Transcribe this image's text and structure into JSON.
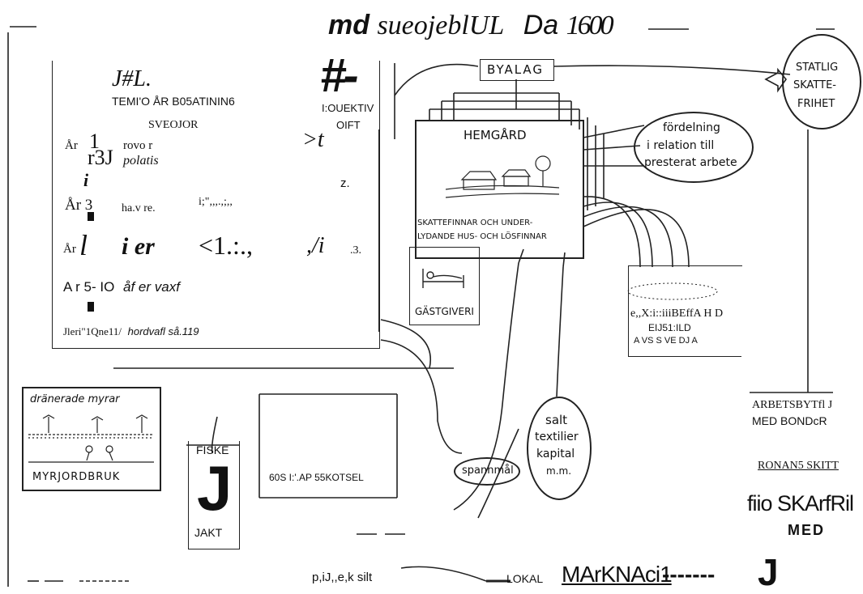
{
  "header": {
    "title_a": "md",
    "title_b": "sueojeblUL",
    "title_c": "Da",
    "title_d": "1600"
  },
  "panel": {
    "heading": "J#L.",
    "subheading": "TEMI'O ÅR B05ATININ6",
    "label": "SVEOJOR",
    "row1_prefix": "År",
    "row1_num": "1",
    "row1_num2": "r3J",
    "row1_item": "rovo r",
    "row1_item2": "polatis",
    "row1_i": "i",
    "row1_tail": ">t",
    "row2_prefix": "År 3",
    "row2_item": "ha.v re.",
    "row2_dots": "i;\",,,.,;,,",
    "row2_z": "z.",
    "row3_prefix": "År",
    "row3_l": "l",
    "row3_item": "i er",
    "row3_mid": "<1.:.,",
    "row3_slash": ",/i",
    "row3_num": ".3.",
    "row4": "A r 5- IO",
    "row4_item": "åf er vaxf",
    "source": "Jleri\"1Qne11/",
    "source_ref": "hordvafl så.119"
  },
  "hash": {
    "symbol": "#-",
    "line1": "I:OUEKTIV",
    "line2": "OIFT"
  },
  "byalag": "BYALAG",
  "statlig": [
    "STATLIG",
    "SKATTE-",
    "FRIHET"
  ],
  "hemgard": {
    "title": "HEMGÅRD",
    "caption1": "SKATTEFINNAR OCH UNDER-",
    "caption2": "LYDANDE HUS- OCH LÖSFINNAR"
  },
  "fordelning": [
    "fördelning",
    "i relation till",
    "presterat arbete"
  ],
  "gastgiveri": "GÄSTGIVERI",
  "field": {
    "line1": "e,,X:i::iiiBEffA H D",
    "line2": "EIJ51:ILD",
    "line3": "A VS S VE DJ A"
  },
  "myr": {
    "top": "dränerade myrar",
    "bottom": "MYRJORDBRUK"
  },
  "fiske": {
    "label": "FISKE",
    "glyph": "J",
    "bottom": "JAKT"
  },
  "box60s": "60S I:'.AP 55KOTSEL",
  "spannmal": "spannmål",
  "salt": [
    "salt",
    "textilier",
    "kapital",
    "m.m."
  ],
  "right": {
    "arbets1": "ARBETSBYTfl J",
    "arbets2": "MED BONDcR",
    "ronans": "RONAN5 SKITT",
    "fiio": "fiio SKArfRil",
    "med": "MED"
  },
  "bottom": {
    "left": "p,iJ,,e,k silt",
    "lokal": "LOKAL",
    "markna": "MArKNAci1",
    "dash": "-------",
    "j": "J"
  }
}
